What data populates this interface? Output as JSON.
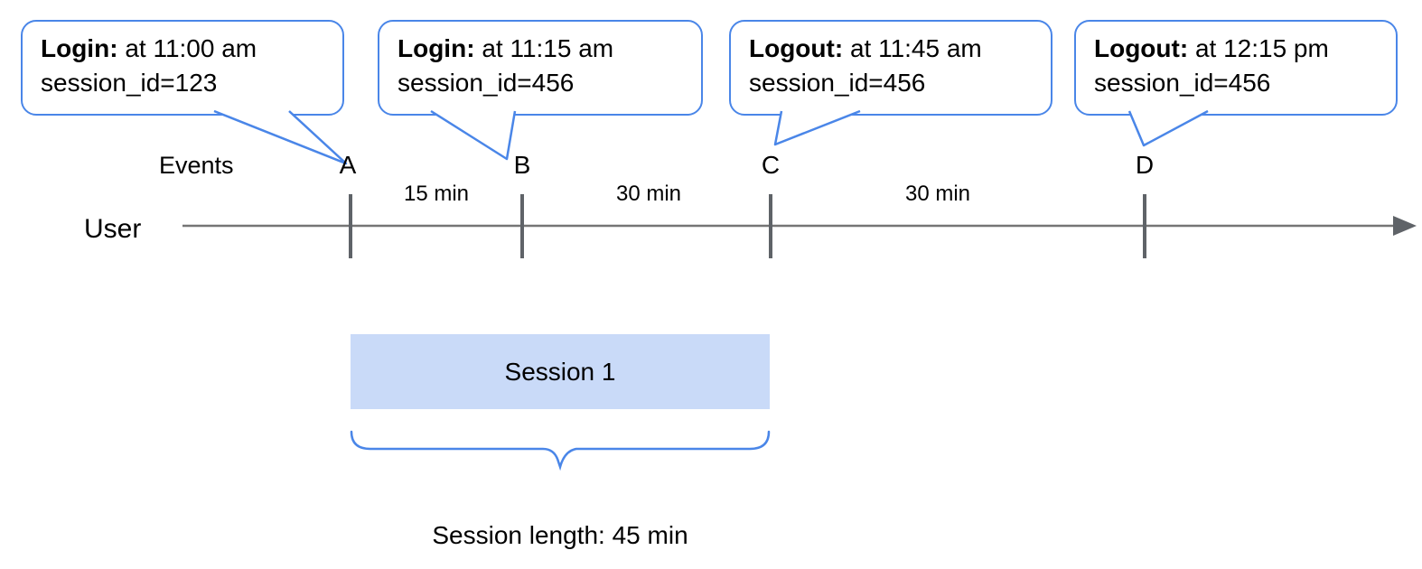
{
  "bubbles": [
    {
      "event": "Login:",
      "time": "at 11:00 am",
      "session": "session_id=123",
      "target": "A"
    },
    {
      "event": "Login:",
      "time": "at 11:15 am",
      "session": "session_id=456",
      "target": "B"
    },
    {
      "event": "Logout:",
      "time": "at 11:45 am",
      "session": "session_id=456",
      "target": "C"
    },
    {
      "event": "Logout:",
      "time": "at 12:15 pm",
      "session": "session_id=456",
      "target": "D"
    }
  ],
  "timeline": {
    "axis_label": "Events",
    "row_label": "User",
    "events": [
      "A",
      "B",
      "C",
      "D"
    ],
    "intervals": [
      "15 min",
      "30 min",
      "30 min"
    ]
  },
  "session": {
    "label": "Session 1",
    "length_caption": "Session length: 45 min"
  },
  "colors": {
    "callout_blue": "#4a86e8",
    "session_fill": "#c9daf8",
    "axis_gray": "#757575",
    "tick_gray": "#5f6368"
  }
}
